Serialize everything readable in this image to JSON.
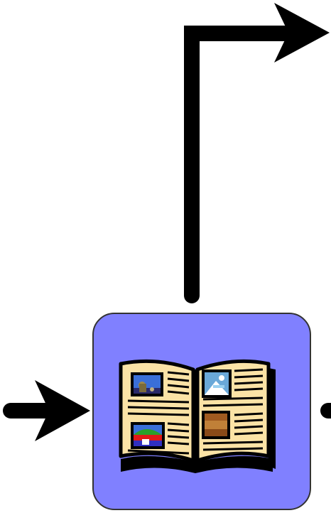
{
  "diagram": {
    "nodes": [
      {
        "id": "photo-album",
        "icon": "open-photo-album-icon",
        "fill_color": "#8080ff",
        "border_color": "#333333"
      }
    ],
    "connectors": [
      {
        "id": "incoming-left",
        "icon": "arrow-right-icon",
        "target": "photo-album"
      },
      {
        "id": "outgoing-up-right",
        "icon": "elbow-arrow-icon",
        "source": "photo-album"
      },
      {
        "id": "outgoing-right",
        "icon": "connector-line",
        "source": "photo-album"
      }
    ],
    "colors": {
      "node_fill": "#8080ff",
      "arrow": "#000000",
      "page": "#fbe3a6"
    }
  }
}
